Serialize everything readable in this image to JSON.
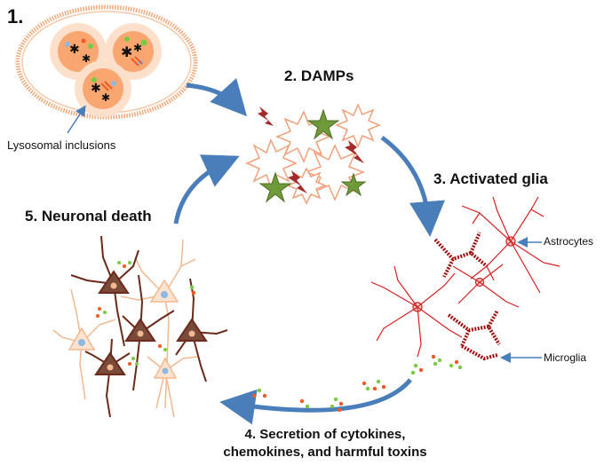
{
  "diagram": {
    "step1": "1.",
    "step1_annotation": "Lysosomal inclusions",
    "step2": "2. DAMPs",
    "step3": "3. Activated glia",
    "step3_annotations": {
      "astrocytes": "Astrocytes",
      "microglia": "Microglia"
    },
    "step4_line1": "4. Secretion of cytokines,",
    "step4_line2": "chemokines, and harmful toxins",
    "step5": "5. Neuronal death"
  },
  "colors": {
    "cycle_arrow": "#4a7ebb",
    "cell_fill": "#f9b38a",
    "cell_outline": "#d97a45",
    "damp_star_green": "#6f9a3a",
    "lightning_red": "#a52a2a",
    "glia_red": "#d32020",
    "microglia_dark": "#a01010",
    "neuron_dark": "#6b2a1a",
    "neuron_light": "#f2b88f",
    "nucleus_blue": "#8fb8e0",
    "dot_green": "#7ac943",
    "dot_orange": "#f15a24"
  }
}
